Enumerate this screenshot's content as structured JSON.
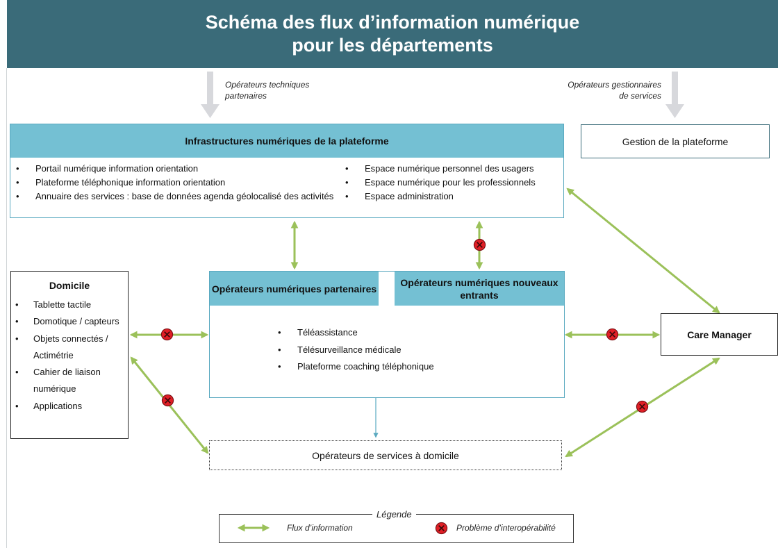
{
  "title": {
    "line1": "Schéma des flux d’information numérique",
    "line2": "pour les départements"
  },
  "labels": {
    "tech_partners": [
      "Opérateurs techniques",
      "partenaires"
    ],
    "service_managers": [
      "Opérateurs gestionnaires",
      "de services"
    ]
  },
  "platform_mgmt": "Gestion de la plateforme",
  "infrastructure": {
    "title": "Infrastructures numériques de la plateforme",
    "left_items": [
      "Portail numérique information orientation",
      "Plateforme téléphonique information orientation",
      "Annuaire des services : base de données agenda géolocalisé des activités"
    ],
    "right_items": [
      "Espace numérique personnel des usagers",
      "Espace numérique pour les professionnels",
      "Espace administration"
    ]
  },
  "domicile": {
    "title": "Domicile",
    "items": [
      "Tablette tactile",
      "Domotique / capteurs",
      "Objets connectés / Actimétrie",
      "Cahier de liaison numérique",
      "Applications"
    ]
  },
  "operators": {
    "partners_title": "Opérateurs numériques partenaires",
    "new_entrants_title": "Opérateurs numériques nouveaux entrants",
    "services": [
      "Téléassistance",
      "Télésurveillance médicale",
      "Plateforme coaching téléphonique"
    ]
  },
  "care_manager": "Care Manager",
  "home_services": "Opérateurs de services à domicile",
  "legend": {
    "title": "Légende",
    "flow": "Flux d’information",
    "problem": "Problème d’interopérabilité"
  },
  "colors": {
    "header_bg": "#3a6b79",
    "box_header": "#74c0d3",
    "flow_arrow": "#9bc15a",
    "incoming_arrow": "#d7d8dc",
    "problem_marker": "#e01f26"
  }
}
